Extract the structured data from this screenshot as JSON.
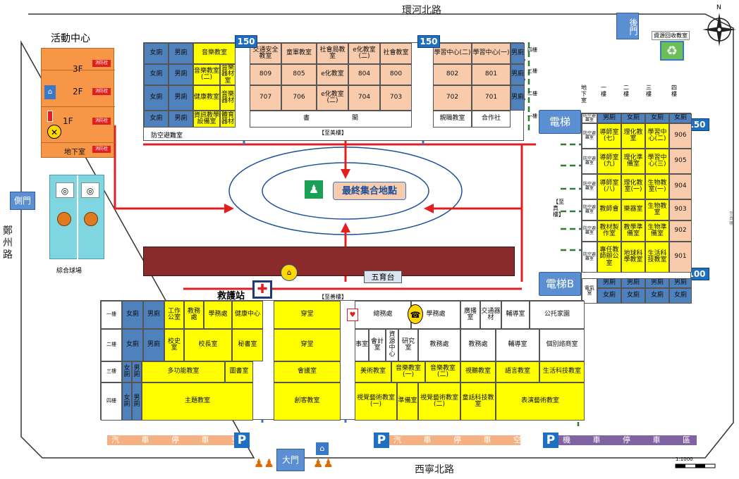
{
  "roads": {
    "north": "環河北路",
    "south": "西寧北路",
    "west": "鄭州路"
  },
  "gates": {
    "back": "後門",
    "side": "側門",
    "main": "大門"
  },
  "assembly": {
    "label": "最終集合地點"
  },
  "stage": {
    "label": "五育台"
  },
  "station": {
    "label": "救護站"
  },
  "activity": {
    "title": "活動中心",
    "floors": [
      "3F",
      "2F",
      "1F",
      "地下室"
    ],
    "fire_label": "消防栓"
  },
  "court": {
    "label": "綜合球場"
  },
  "recycle": {
    "label": "資源回收教室"
  },
  "elevators": {
    "a": "電梯",
    "b": "電梯B"
  },
  "badges": {
    "n1": "150",
    "n2": "150",
    "e1": "150",
    "e2": "100"
  },
  "corridors": {
    "zhizhen": "【至真樓】",
    "zhishan": "【至善樓】",
    "zhimei": "【至美樓】"
  },
  "north_building": {
    "floors": [
      "四樓",
      "三樓",
      "二樓",
      "一樓"
    ],
    "rows": [
      [
        "女廁",
        "男廁",
        "音樂教室",
        "",
        "交通安全教室",
        "童軍教室",
        "社會局教室",
        "e化教室(二)",
        "社會教室",
        "",
        "學習中心(二)",
        "學習中心(一)",
        "男廁"
      ],
      [
        "女廁",
        "男廁",
        "音樂教室(二)",
        "音樂器材室",
        "809",
        "805",
        "e化教室",
        "804",
        "800",
        "",
        "802",
        "801",
        "男廁"
      ],
      [
        "女廁",
        "男廁",
        "健康教室",
        "音樂器材",
        "707",
        "706",
        "e化教室(二)",
        "704",
        "703",
        "",
        "702",
        "701",
        "男廁"
      ],
      [
        "女廁",
        "男廁",
        "資訊教學設備室",
        "體育器材",
        "",
        "書",
        "",
        "閣",
        "",
        "",
        "親職教室",
        "合作社",
        ""
      ]
    ],
    "shelter": "防空避難室"
  },
  "east_building": {
    "floors": [
      "地下室",
      "一樓",
      "二樓",
      "三樓",
      "四樓"
    ],
    "toilets_top": [
      "男廁",
      "女廁",
      "女廁",
      "女廁"
    ],
    "shelter": "防空避難室",
    "rows": [
      [
        "防空避難室",
        "導師室(七)",
        "理化教室",
        "學習中心(二)",
        "906"
      ],
      [
        "防空避難室",
        "導師室(九)",
        "理化準備室",
        "學習中心(三)",
        "905"
      ],
      [
        "防空避難室",
        "導師室(八)",
        "理化教室(一)",
        "生物教室(一)",
        "904"
      ],
      [
        "防空避難室",
        "教師會",
        "樂器室",
        "生物教室",
        "903"
      ],
      [
        "防空避難室",
        "教材製作室",
        "教學準備室",
        "生物準備室",
        "902"
      ],
      [
        "防空避難室",
        "專任教師辦公室",
        "地球科學教室",
        "生活科技教室",
        "901"
      ]
    ],
    "toilets_bottom": [
      "電氣室",
      "男廁",
      "男廁",
      "男廁",
      "男廁",
      "女廁",
      "女廁",
      "女廁",
      "女廁"
    ]
  },
  "south_building": {
    "floors": [
      "一樓",
      "二樓",
      "三樓",
      "四樓"
    ],
    "row1": [
      "女廁",
      "男廁",
      "工作公室",
      "教務處",
      "學務處",
      "健康中心",
      "穿堂",
      "總務處",
      "學務處",
      "廣播室",
      "交通器材",
      "輔導室",
      "公托家園"
    ],
    "row2": [
      "女廁",
      "男廁",
      "校史室",
      "校長室",
      "秘書室",
      "穿堂",
      "事室",
      "會計室",
      "資源中心",
      "研究室",
      "教務處",
      "教務處",
      "輔導室",
      "個別諮商室"
    ],
    "row3": [
      "女廁",
      "男廁",
      "多功能教室",
      "圖書室",
      "會議室",
      "美術教室",
      "音樂教室(一)",
      "音樂教室(二)",
      "視聽教室",
      "語言教室",
      "生活科技教室"
    ],
    "row4": [
      "女廁",
      "男廁",
      "主題教室",
      "創客教室",
      "視覺藝術教室(一)",
      "準備室",
      "視覺藝術教室(二)",
      "童話科技教室",
      "表演藝術教室"
    ]
  },
  "parking": {
    "left": "汽 車 停 車 空 間",
    "mid": "汽 車 停 車 空 間",
    "right": "機 車 停 車 區"
  },
  "scale": "1:1000",
  "side_note": "至 真 樓",
  "colors": {
    "blue": "#4f81bd",
    "peach": "#f8cbad",
    "yellow": "#ffff00",
    "orange": "#f79646",
    "route": "#2e7d32",
    "evac": "#e02020"
  }
}
